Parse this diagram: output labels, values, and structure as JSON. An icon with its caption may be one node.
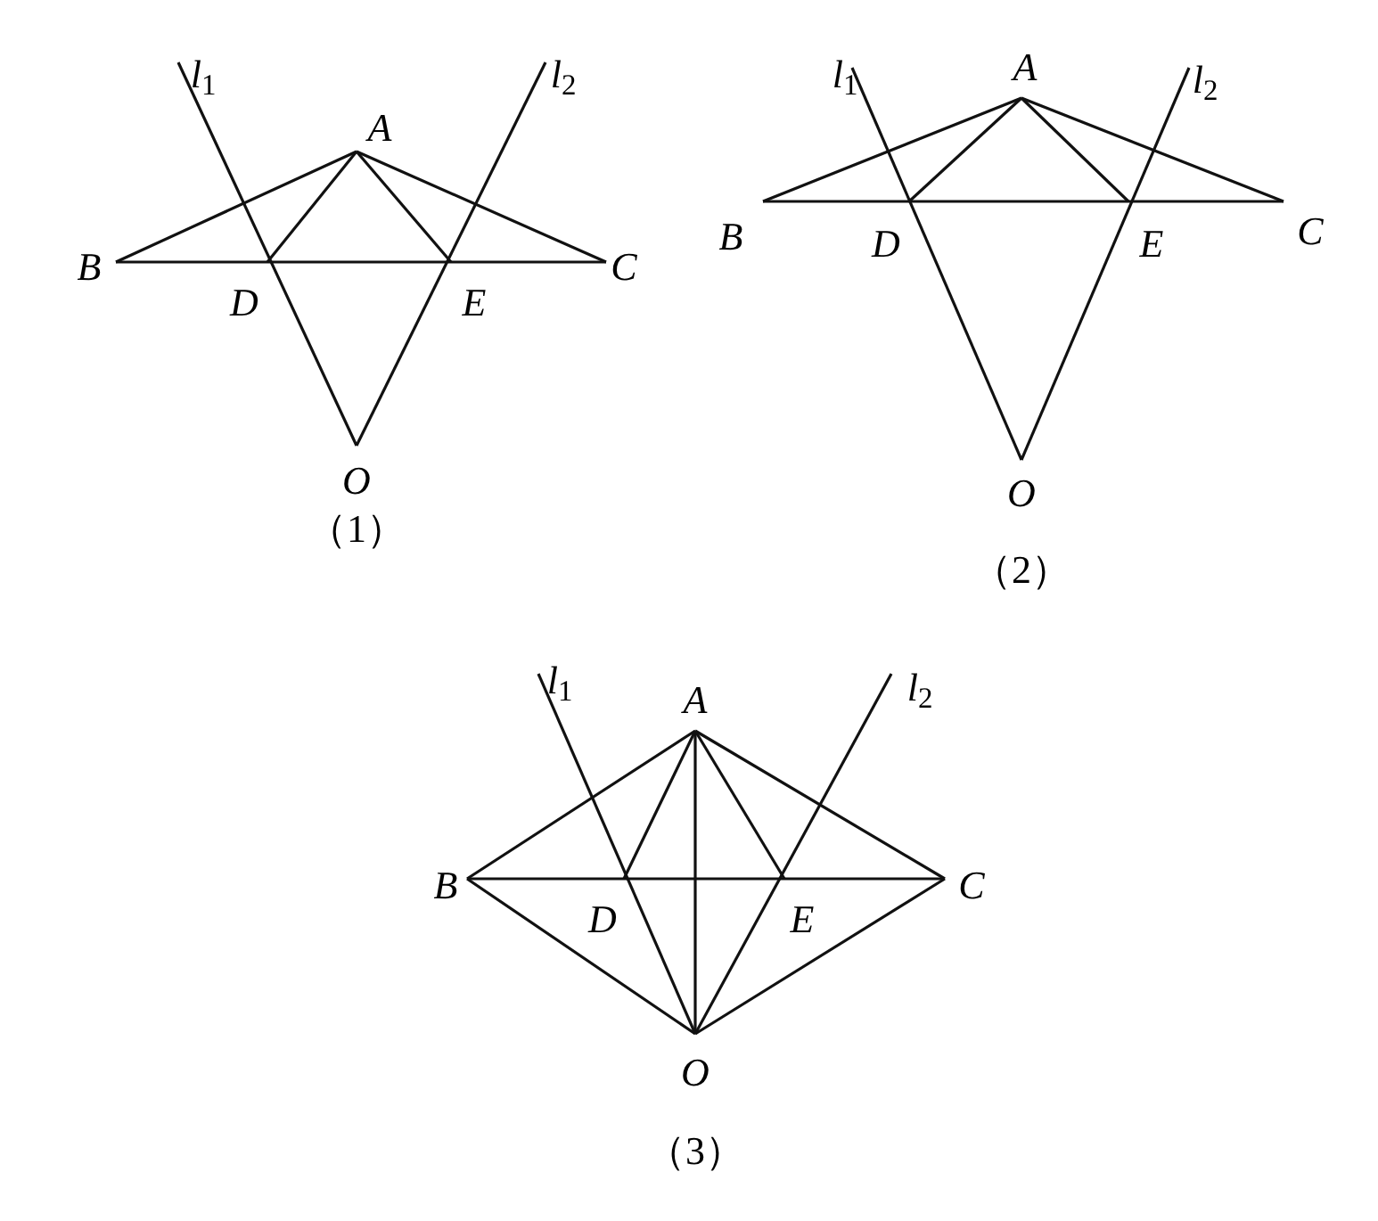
{
  "diagram": {
    "labels": [
      "*l*$_{1}$",
      "*l*$_{2}$",
      "A",
      "B",
      "D",
      "E",
      "C",
      "O",
      "（1）",
      "*l*$_{1}$",
      "A",
      "*l*$_{2}$",
      "B",
      "D",
      "E",
      "C",
      "O",
      "（2）",
      "*l*$_{1}$",
      "A",
      "*l*$_{2}$",
      "B",
      "D",
      "E",
      "C",
      "O",
      "（3）"
    ]
  }
}
